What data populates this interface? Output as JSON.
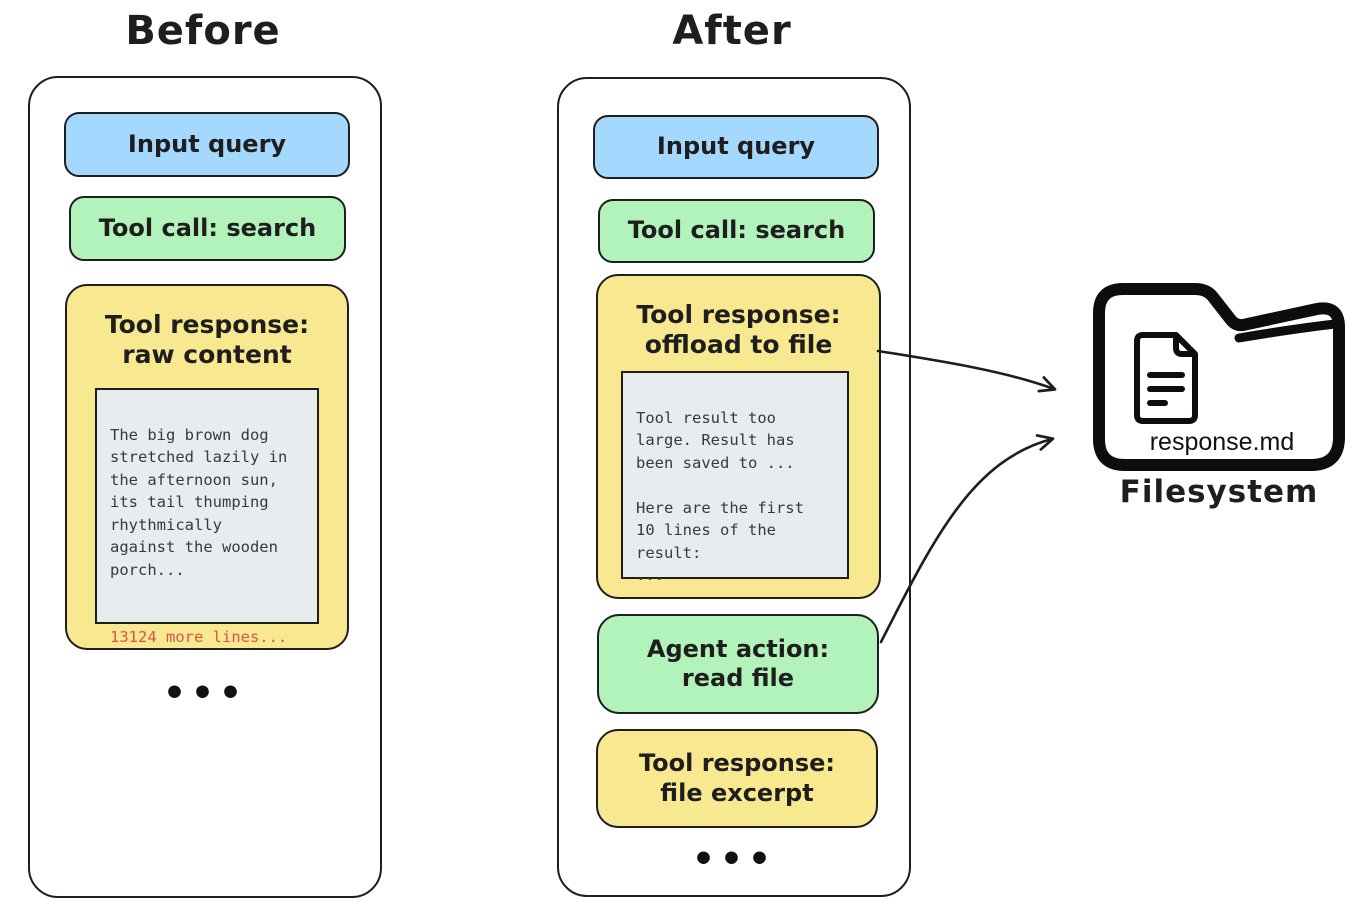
{
  "before": {
    "title": "Before",
    "input_query": "Input query",
    "tool_call": "Tool call: search",
    "tool_response_title": "Tool response:\nraw content",
    "raw_snippet": "The big brown dog\nstretched lazily in\nthe afternoon sun,\nits tail thumping\nrhythmically\nagainst the wooden\nporch...",
    "more_lines": "13124 more lines...",
    "ellipsis": "•••"
  },
  "after": {
    "title": "After",
    "input_query": "Input query",
    "tool_call": "Tool call: search",
    "tool_response_title": "Tool response:\noffload to file",
    "offload_snippet": "Tool result too\nlarge. Result has\nbeen saved to ...\n\nHere are the first\n10 lines of the\nresult:\n...",
    "agent_action": "Agent action:\nread file",
    "tool_response_excerpt": "Tool response:\nfile excerpt",
    "ellipsis": "•••"
  },
  "filesystem": {
    "file_name": "response.md",
    "label": "Filesystem"
  },
  "colors": {
    "blue": "#a5d8ff",
    "green": "#b2f2bb",
    "yellow": "#f8e88f",
    "code_background": "#e9ecef",
    "stroke": "#1e1e1e",
    "red": "#d9544d"
  }
}
